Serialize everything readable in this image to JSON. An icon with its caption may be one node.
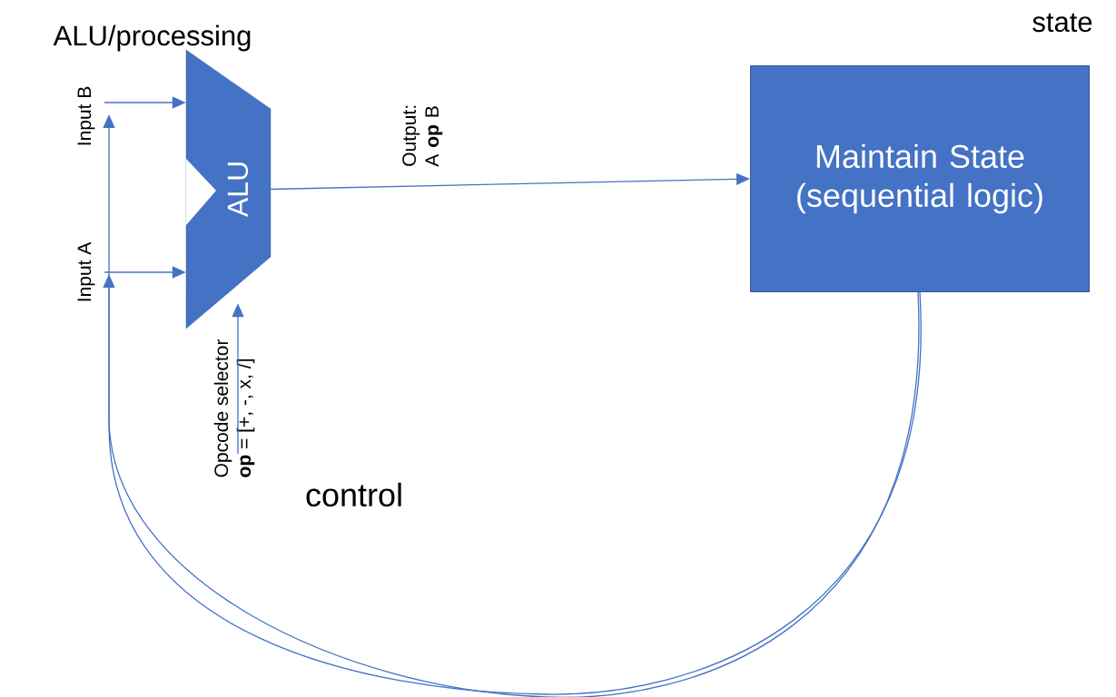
{
  "diagram": {
    "nodes": [
      {
        "text": [
          "ALU"
        ],
        "beside": [
          "ALU/processing"
        ]
      },
      {
        "text": [
          "Maintain State (sequential logic)"
        ],
        "beside": [
          "state"
        ]
      },
      {
        "text": [
          "Input B"
        ]
      },
      {
        "text": [
          "Input A"
        ]
      },
      {
        "text": [
          "Opcode selector",
          "**op** = [+, -, x, /]"
        ]
      }
    ],
    "edges": [
      {
        "from": 2,
        "to": 0,
        "arrow": "to"
      },
      {
        "from": 3,
        "to": 0,
        "arrow": "to"
      },
      {
        "from": 0,
        "to": 1,
        "arrow": "to",
        "label": "Output: A **op** B"
      },
      {
        "from": 4,
        "to": 0,
        "arrow": "to"
      },
      {
        "from": 1,
        "to": 2,
        "arrow": "to"
      },
      {
        "from": 1,
        "to": 3,
        "arrow": "to"
      }
    ],
    "labels": [
      "control"
    ]
  }
}
